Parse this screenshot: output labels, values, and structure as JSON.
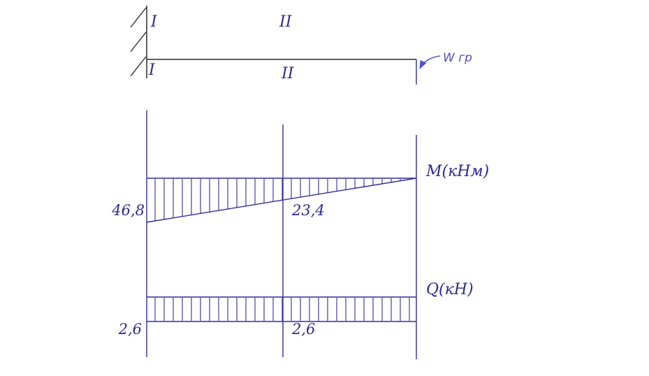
{
  "colors": {
    "diagram_line": "#2e2e9e",
    "beam_line": "#2a2a2a",
    "text": "#2a2a96",
    "load_label": "#5353c9"
  },
  "beam": {
    "section_label_top_1": "I",
    "section_label_top_2": "II",
    "section_label_bottom_1": "I",
    "section_label_bottom_2": "II",
    "load_label": "W гр"
  },
  "moment_diagram": {
    "axis_label": "M(кНм)",
    "value_left": "46,8",
    "value_mid": "23,4"
  },
  "shear_diagram": {
    "axis_label": "Q(кН)",
    "value_left": "2,6",
    "value_mid": "2,6"
  },
  "chart_data": [
    {
      "type": "area",
      "name": "bending-moment-diagram",
      "title": "M(кНм)",
      "x_sections": [
        "fixed end (I)",
        "middle (II)",
        "free end"
      ],
      "values": [
        46.8,
        23.4,
        0
      ],
      "annotations": [
        "46,8",
        "23,4"
      ],
      "shape": "linear taper from 46.8 at fixed support to 0 at free end, hatched vertically"
    },
    {
      "type": "area",
      "name": "shear-force-diagram",
      "title": "Q(кН)",
      "x_sections": [
        "fixed end (I)",
        "middle (II)",
        "free end"
      ],
      "values": [
        2.6,
        2.6,
        2.6
      ],
      "annotations": [
        "2,6",
        "2,6"
      ],
      "shape": "constant rectangle, hatched vertically"
    }
  ]
}
